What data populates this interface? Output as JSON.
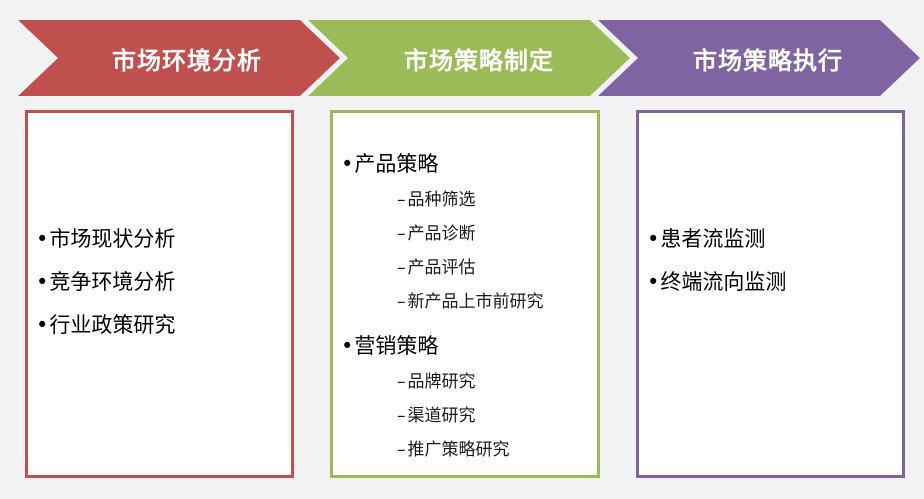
{
  "stages": [
    {
      "title": "市场环境分析",
      "color": "#c0504d",
      "items": [
        "市场现状分析",
        "竞争环境分析",
        "行业政策研究"
      ]
    },
    {
      "title": "市场策略制定",
      "color": "#9bbb59",
      "groups": [
        {
          "title": "产品策略",
          "items": [
            "品种筛选",
            "产品诊断",
            "产品评估",
            "新产品上市前研究"
          ]
        },
        {
          "title": "营销策略",
          "items": [
            "品牌研究",
            "渠道研究",
            "推广策略研究"
          ]
        }
      ]
    },
    {
      "title": "市场策略执行",
      "color": "#8064a2",
      "items": [
        "患者流监测",
        "终端流向监测"
      ]
    }
  ]
}
